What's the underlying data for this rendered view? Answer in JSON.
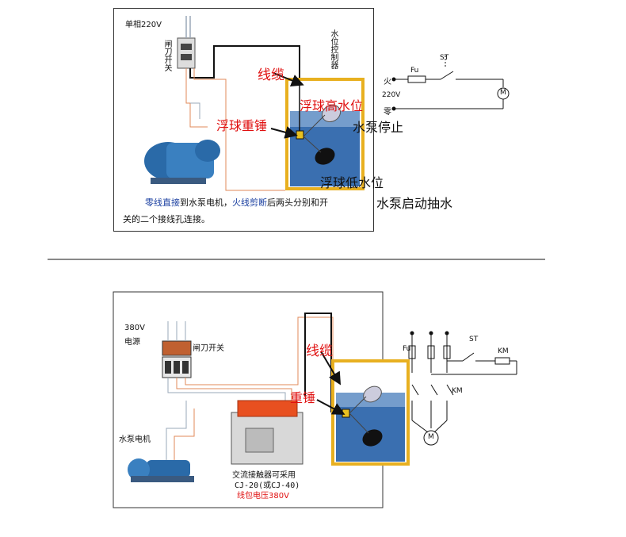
{
  "top": {
    "single_phase": "单相220V",
    "knife_switch": "闸刀开关",
    "level_controller": "水位控制器",
    "cable": "线缆",
    "float_high": "浮球高水位",
    "float_weight": "浮球重锤",
    "pump_stop": "水泵停止",
    "float_low": "浮球低水位",
    "pump_start": "水泵启动抽水",
    "caption_part1": "零线直接",
    "caption_part2": "到水泵电机，",
    "caption_part3": "火线剪断",
    "caption_part4": "后两头分别和开",
    "caption_line2": "关的二个接线孔连接。",
    "schem_live": "火",
    "schem_voltage": "220V",
    "schem_neutral": "零",
    "schem_fu": "Fu",
    "schem_st": "ST",
    "schem_motor": "M"
  },
  "bottom": {
    "power_380": "380V",
    "power_label": "电源",
    "knife_switch": "闸刀开关",
    "cable": "线缆",
    "weight": "重锤",
    "pump_motor": "水泵电机",
    "contactor_line1": "交流接触器可采用",
    "contactor_line2": "CJ-20(或CJ-40)",
    "coil_voltage": "线包电压380V",
    "schem_fu": "Fu",
    "schem_st": "ST",
    "schem_km_coil": "KM",
    "schem_km_contact": "KM",
    "schem_motor": "M"
  },
  "colors": {
    "tank_border": "#e8b020",
    "water": "#3a6fb0",
    "wire_orange": "#e08a5a",
    "wire_grey": "#9aa8b8",
    "red_text": "#e01010",
    "blue_text": "#1a3fa0"
  }
}
